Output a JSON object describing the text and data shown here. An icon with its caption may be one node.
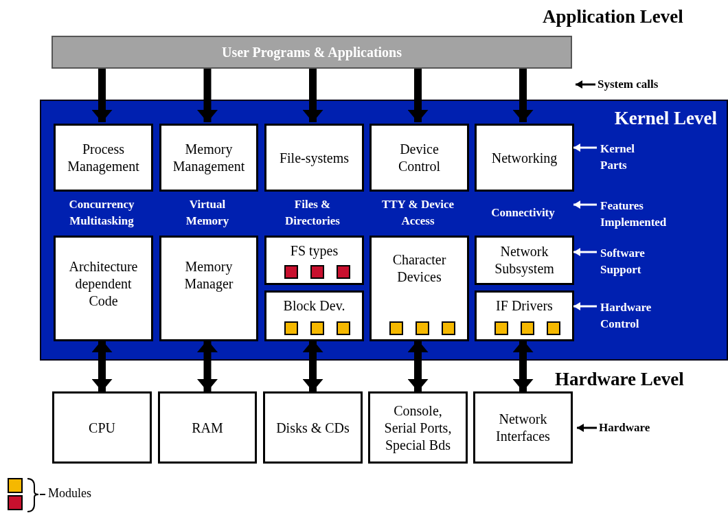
{
  "diagram": {
    "nodes": [
      {
        "text": [
          "User Programs & Applications"
        ]
      },
      {
        "text": [
          "Kernel Level"
        ]
      },
      {
        "text": [
          "Process Management"
        ],
        "in": 1
      },
      {
        "text": [
          "Memory Management"
        ],
        "in": 1
      },
      {
        "text": [
          "File-systems"
        ],
        "in": 1
      },
      {
        "text": [
          "Device Control"
        ],
        "in": 1
      },
      {
        "text": [
          "Networking"
        ],
        "in": 1
      },
      {
        "text": [
          "Architecture dependent Code"
        ],
        "in": 1
      },
      {
        "text": [
          "Memory Manager"
        ],
        "in": 1
      },
      {
        "text": [
          "FS types"
        ],
        "in": 1
      },
      {
        "text": [
          "Block Dev."
        ],
        "in": 1
      },
      {
        "text": [
          "Character Devices"
        ],
        "in": 1
      },
      {
        "text": [
          "Network Subsystem"
        ],
        "in": 1
      },
      {
        "text": [
          "IF Drivers"
        ],
        "in": 1
      },
      {
        "text": [
          "CPU"
        ]
      },
      {
        "text": [
          "RAM"
        ]
      },
      {
        "text": [
          "Disks & CDs"
        ]
      },
      {
        "text": [
          "Console, Serial Ports, Special Bds"
        ]
      },
      {
        "text": [
          "Network Interfaces"
        ]
      },
      {
        "text": [
          "System calls"
        ]
      },
      {
        "text": [
          "Kernel Parts"
        ],
        "in": 1
      },
      {
        "text": [
          "Features Implemented"
        ],
        "in": 1
      },
      {
        "text": [
          "Software Support"
        ],
        "in": 1
      },
      {
        "text": [
          "Hardware Control"
        ],
        "in": 1
      },
      {
        "text": [
          "Hardware"
        ]
      }
    ],
    "edges": [
      {
        "from": 0,
        "to": 2,
        "arrow": "to"
      },
      {
        "from": 0,
        "to": 3,
        "arrow": "to"
      },
      {
        "from": 0,
        "to": 4,
        "arrow": "to"
      },
      {
        "from": 0,
        "to": 5,
        "arrow": "to"
      },
      {
        "from": 0,
        "to": 6,
        "arrow": "to"
      },
      {
        "from": 7,
        "to": 14,
        "arrow": "both"
      },
      {
        "from": 8,
        "to": 15,
        "arrow": "both"
      },
      {
        "from": 10,
        "to": 16,
        "arrow": "both"
      },
      {
        "from": 11,
        "to": 17,
        "arrow": "both"
      },
      {
        "from": 13,
        "to": 18,
        "arrow": "both"
      },
      {
        "from": 19,
        "to": null,
        "arrow": "to"
      },
      {
        "from": 20,
        "to": 6,
        "arrow": "to",
        "color": "#ffffff"
      },
      {
        "from": 21,
        "to": 6,
        "arrow": "to",
        "color": "#ffffff"
      },
      {
        "from": 22,
        "to": 12,
        "arrow": "to",
        "color": "#ffffff"
      },
      {
        "from": 23,
        "to": 13,
        "arrow": "to",
        "color": "#ffffff"
      },
      {
        "from": 24,
        "to": null,
        "arrow": "to"
      }
    ],
    "labels": [
      "Application Level",
      "Concurrency Multitasking",
      "Virtual Memory",
      "Files & Directories",
      "TTY & Device Access",
      "Connectivity",
      "Hardware Level"
    ],
    "legend": [
      {
        "text": "Modules"
      }
    ]
  }
}
